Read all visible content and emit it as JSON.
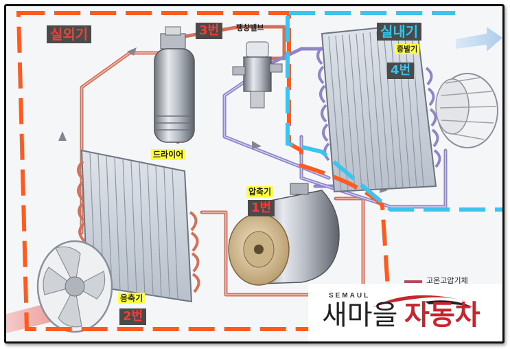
{
  "labels": {
    "outdoor": "실외기",
    "indoor": "실내기",
    "num3": "3번",
    "expansion_valve": "팽창밸브",
    "evaporator": "증발기",
    "num4": "4번",
    "dryer": "드라이어",
    "compressor": "압축기",
    "num1": "1번",
    "condenser": "응축기",
    "num2": "2번",
    "legend_high": "고온고압기체"
  },
  "logo": {
    "latin": "SEMAUL",
    "korean_prefix": "새마을",
    "korean_suffix": "자동차"
  },
  "colors": {
    "outdoor_dash": "#ff5a1f",
    "indoor_dash": "#3cc3ee",
    "hot_pipe": "#d4705a",
    "cool_pipe": "#8f86c9",
    "label_red": "#ff3b2f",
    "label_blue": "#33c7f0",
    "highlight": "#ffff3c"
  }
}
